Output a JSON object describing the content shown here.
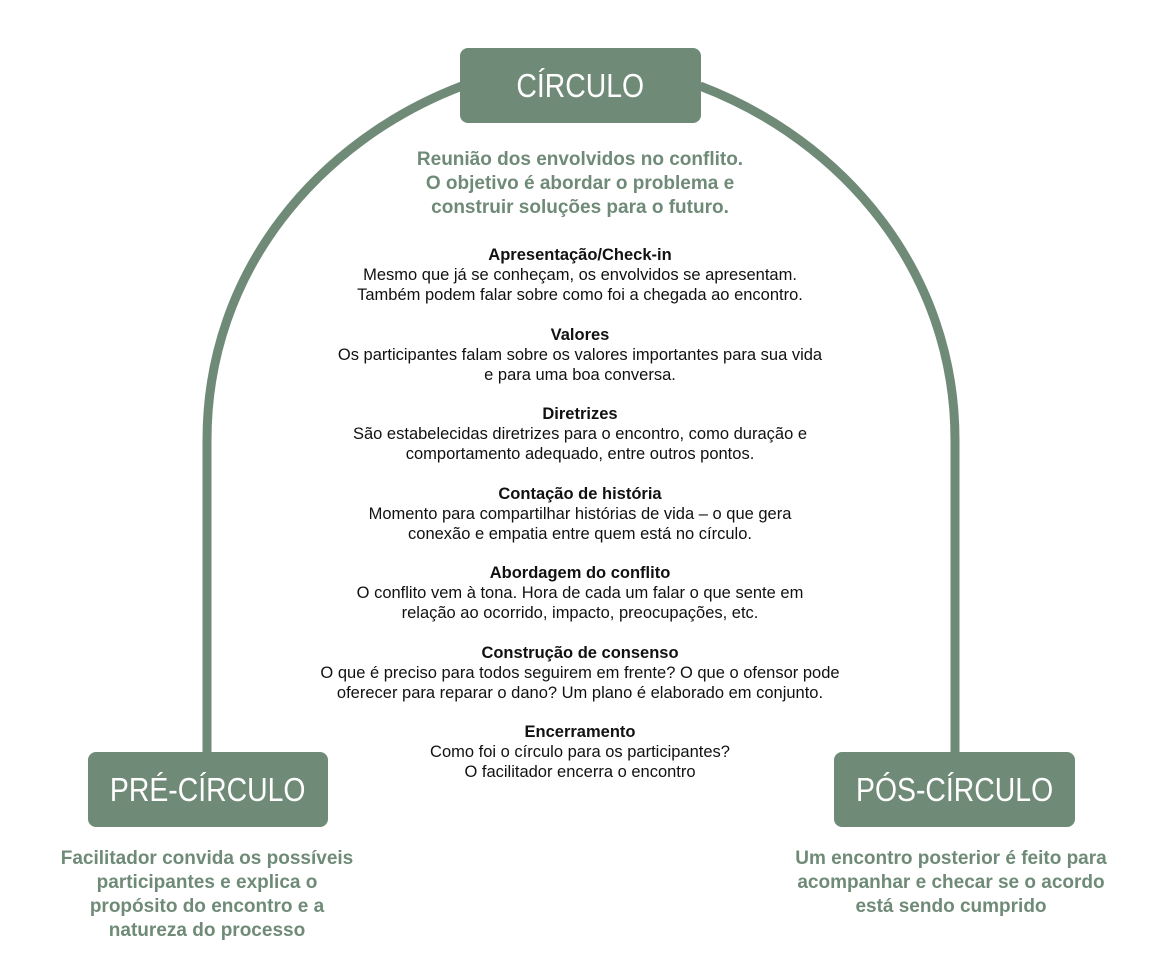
{
  "colors": {
    "accent": "#6f8b78",
    "text": "#111111",
    "background": "#ffffff"
  },
  "circulo": {
    "label": "CÍRCULO",
    "intro": "Reunião dos envolvidos no conflito.\nO objetivo é abordar o problema e\nconstruir soluções para o futuro."
  },
  "steps": [
    {
      "title": "Apresentação/Check-in",
      "desc": "Mesmo que já se conheçam, os envolvidos se apresentam.\nTambém podem falar sobre como foi a chegada ao encontro."
    },
    {
      "title": "Valores",
      "desc": "Os participantes falam sobre os valores importantes para sua vida\ne para uma boa conversa."
    },
    {
      "title": "Diretrizes",
      "desc": "São estabelecidas diretrizes para o encontro, como duração e\ncomportamento adequado, entre outros pontos."
    },
    {
      "title": "Contação de história",
      "desc": "Momento para compartilhar histórias de vida – o que gera\nconexão e empatia entre quem está no círculo."
    },
    {
      "title": "Abordagem do conflito",
      "desc": "O conflito vem à tona. Hora de cada um falar o que sente em\nrelação ao ocorrido, impacto, preocupações, etc."
    },
    {
      "title": "Construção de consenso",
      "desc": "O que é preciso para todos seguirem em frente? O que o ofensor pode\noferecer para reparar o dano? Um plano é elaborado em conjunto."
    },
    {
      "title": "Encerramento",
      "desc": "Como foi o círculo para os participantes?\nO facilitador encerra o encontro"
    }
  ],
  "pre_circulo": {
    "label": "PRÉ-CÍRCULO",
    "desc": "Facilitador convida os possíveis\nparticipantes e explica o\npropósito do encontro e a\nnatureza do processo"
  },
  "pos_circulo": {
    "label": "PÓS-CÍRCULO",
    "desc": "Um encontro posterior é feito para\nacompanhar e checar se o acordo\nestá sendo cumprido"
  }
}
